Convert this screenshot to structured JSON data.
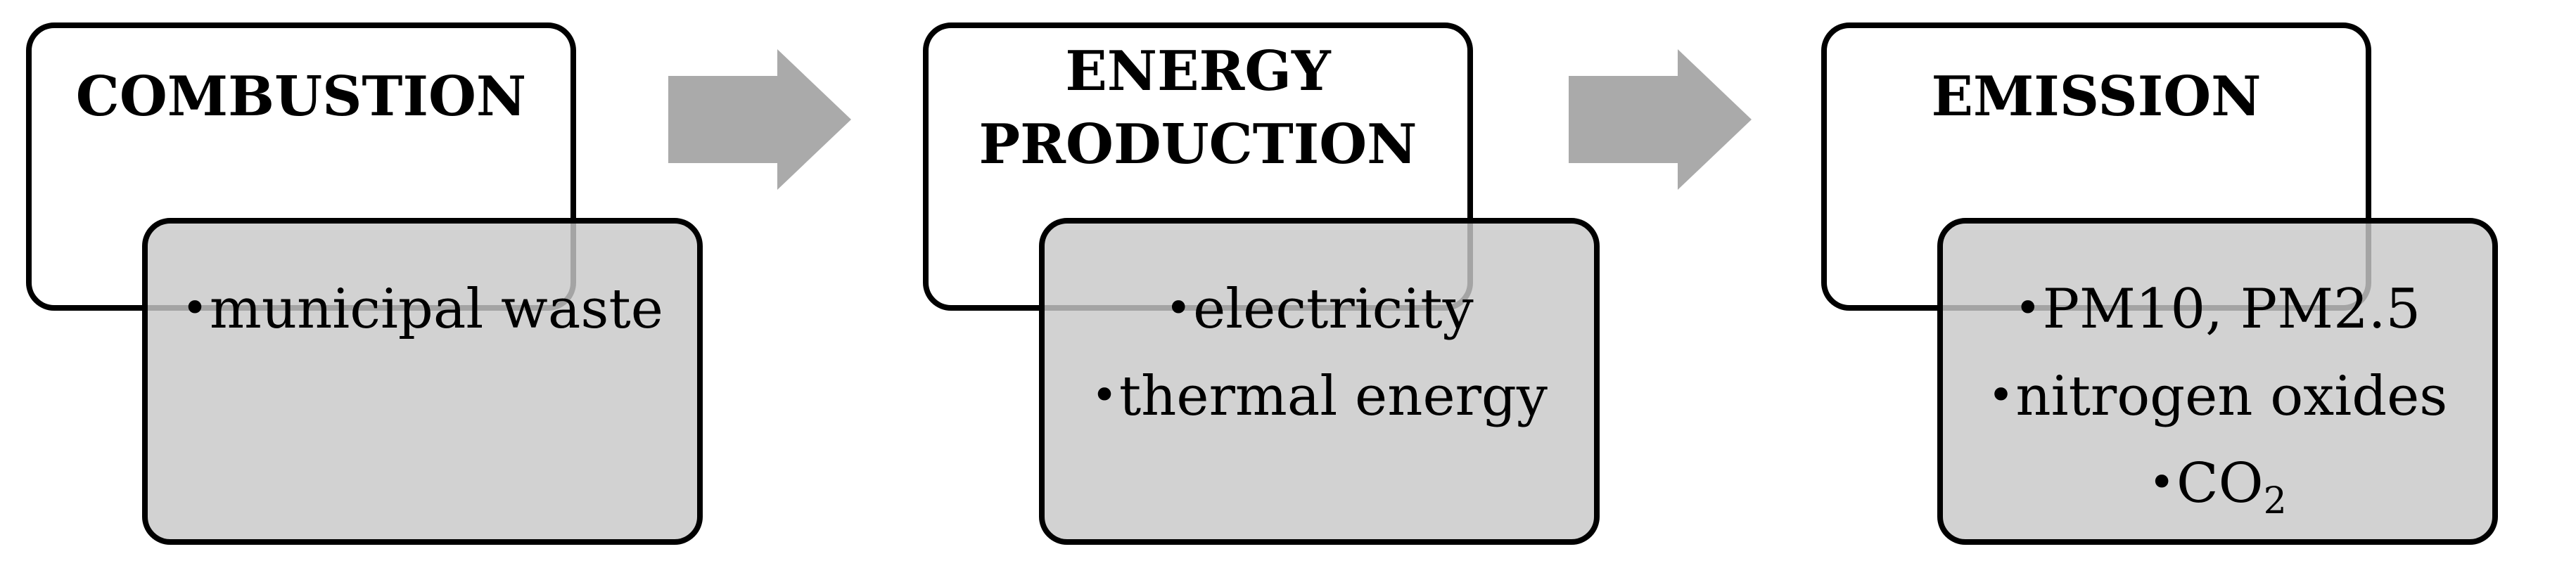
{
  "steps": [
    {
      "title": "COMBUSTION",
      "items": [
        "municipal waste"
      ]
    },
    {
      "title": "ENERGY PRODUCTION",
      "items": [
        "electricity",
        "thermal energy"
      ]
    },
    {
      "title": "EMISSION",
      "items": [
        "PM10, PM2.5",
        "nitrogen oxides",
        "CO2"
      ]
    }
  ],
  "bullet_symbol": "•",
  "colors": {
    "detail_fill": "#cfcfcf",
    "arrow": "#aaaaaa",
    "border": "#000000"
  },
  "arrow_icon": "right-arrow-icon"
}
